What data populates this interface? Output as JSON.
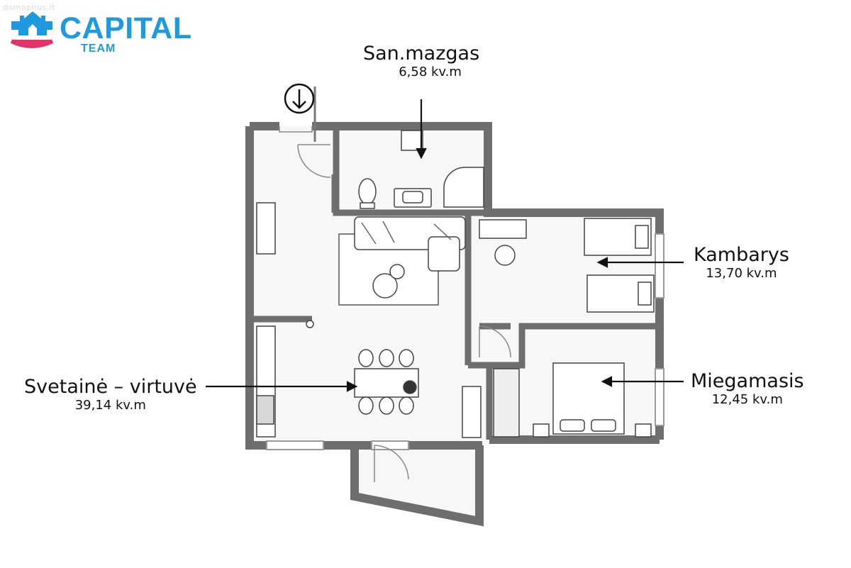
{
  "watermark": "domoplius.lt",
  "brand": {
    "name": "CAPITAL",
    "subtitle": "TEAM",
    "color_primary": "#1e9be0",
    "color_accent": "#e2336b"
  },
  "rooms": [
    {
      "id": "bathroom",
      "name": "San.mazgas",
      "area": "6,58 kv.m"
    },
    {
      "id": "room",
      "name": "Kambarys",
      "area": "13,70 kv.m"
    },
    {
      "id": "living-kitchen",
      "name": "Svetainė – virtuvė",
      "area": "39,14 kv.m"
    },
    {
      "id": "bedroom",
      "name": "Miegamasis",
      "area": "12,45 kv.m"
    }
  ],
  "icons": {
    "entrance": "down-arrow-circle-icon"
  },
  "colors": {
    "wall": "#6e6e6e",
    "floor": "#f7f7f7",
    "furniture_stroke": "#444444"
  }
}
